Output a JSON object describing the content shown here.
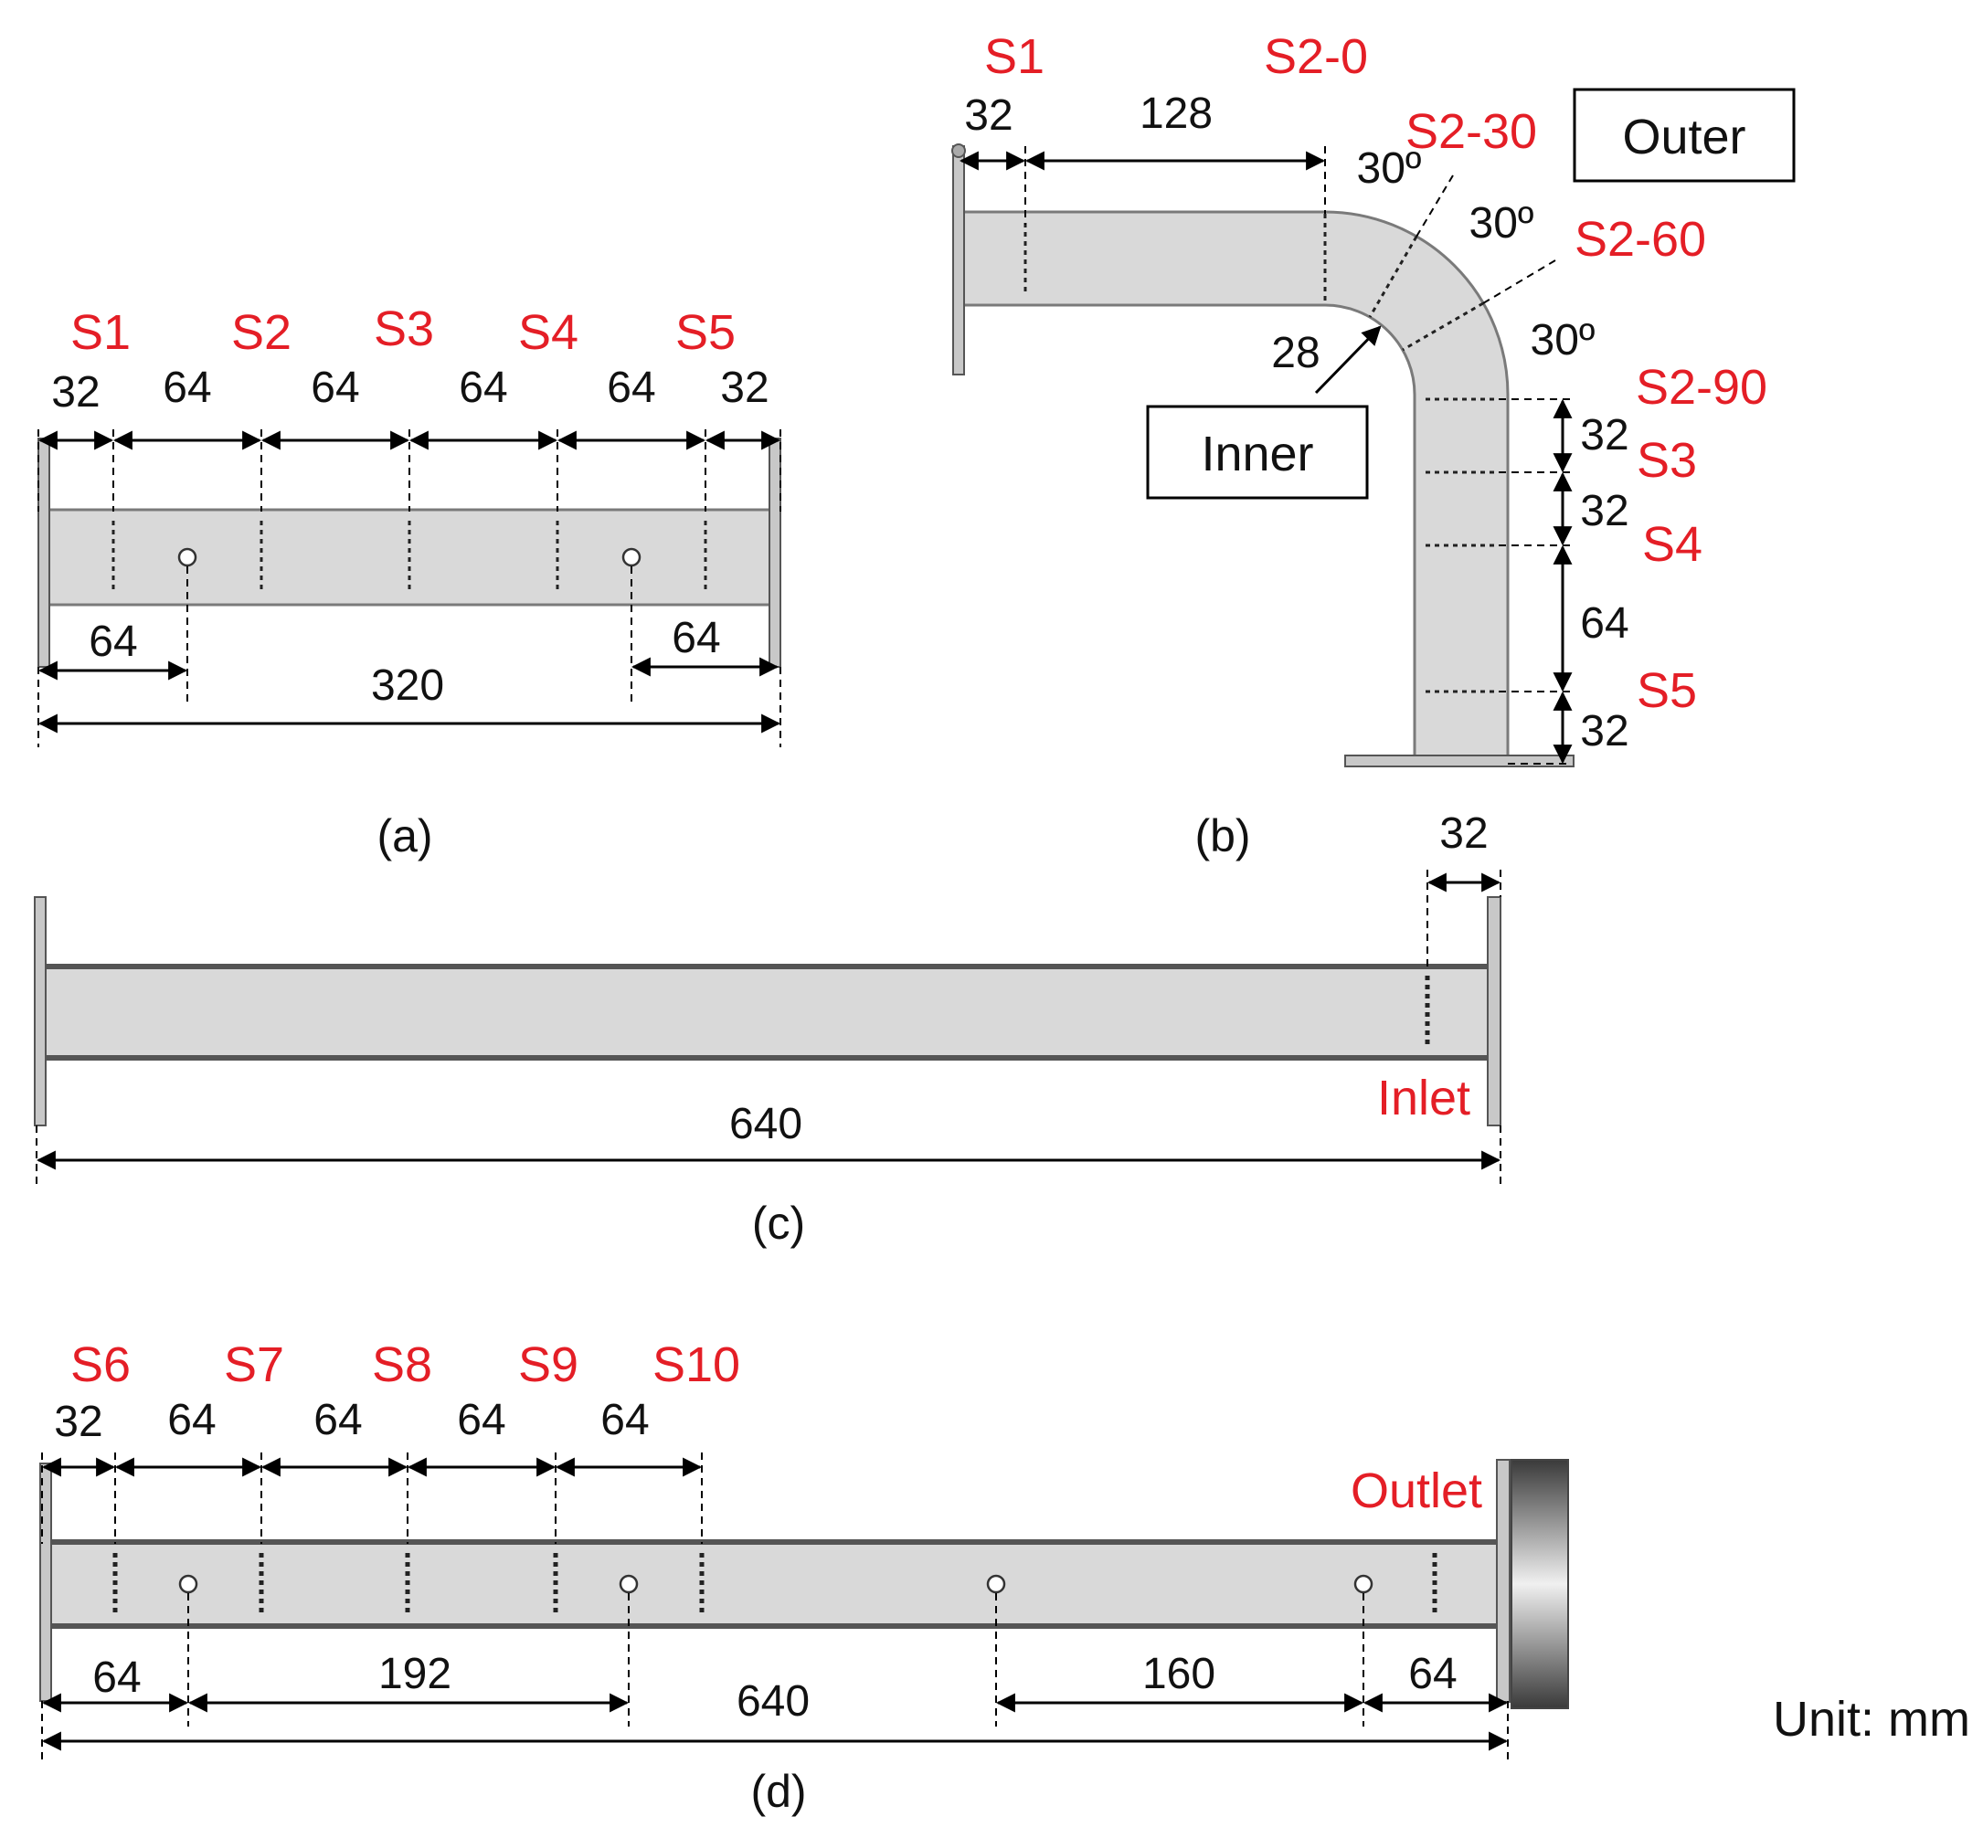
{
  "unit_label": "Unit: mm",
  "captions": {
    "a": "(a)",
    "b": "(b)",
    "c": "(c)",
    "d": "(d)"
  },
  "panel_a": {
    "sections": [
      "S1",
      "S2",
      "S3",
      "S4",
      "S5"
    ],
    "top_dims": [
      "32",
      "64",
      "64",
      "64",
      "64",
      "32"
    ],
    "tap_left": "64",
    "tap_right": "64",
    "total": "320"
  },
  "panel_b": {
    "sections": {
      "s1": "S1",
      "s2_0": "S2-0",
      "s2_30": "S2-30",
      "s2_60": "S2-60",
      "s2_90": "S2-90",
      "s3": "S3",
      "s4": "S4",
      "s5": "S5"
    },
    "top_dims": [
      "32",
      "128"
    ],
    "angles": [
      "30º",
      "30º",
      "30º"
    ],
    "inner_radius": "28",
    "right_dims": [
      "32",
      "32",
      "64",
      "32"
    ],
    "outer_label": "Outer",
    "inner_label": "Inner"
  },
  "panel_c": {
    "inlet_label": "Inlet",
    "top_dim": "32",
    "total": "640"
  },
  "panel_d": {
    "sections": [
      "S6",
      "S7",
      "S8",
      "S9",
      "S10"
    ],
    "top_dims": [
      "32",
      "64",
      "64",
      "64",
      "64"
    ],
    "outlet_label": "Outlet",
    "bottom_dims": [
      "64",
      "192",
      "160",
      "64"
    ],
    "total": "640"
  },
  "colors": {
    "section_label": "#e41e26",
    "pipe_fill": "#d9d9d9",
    "text": "#111111"
  }
}
